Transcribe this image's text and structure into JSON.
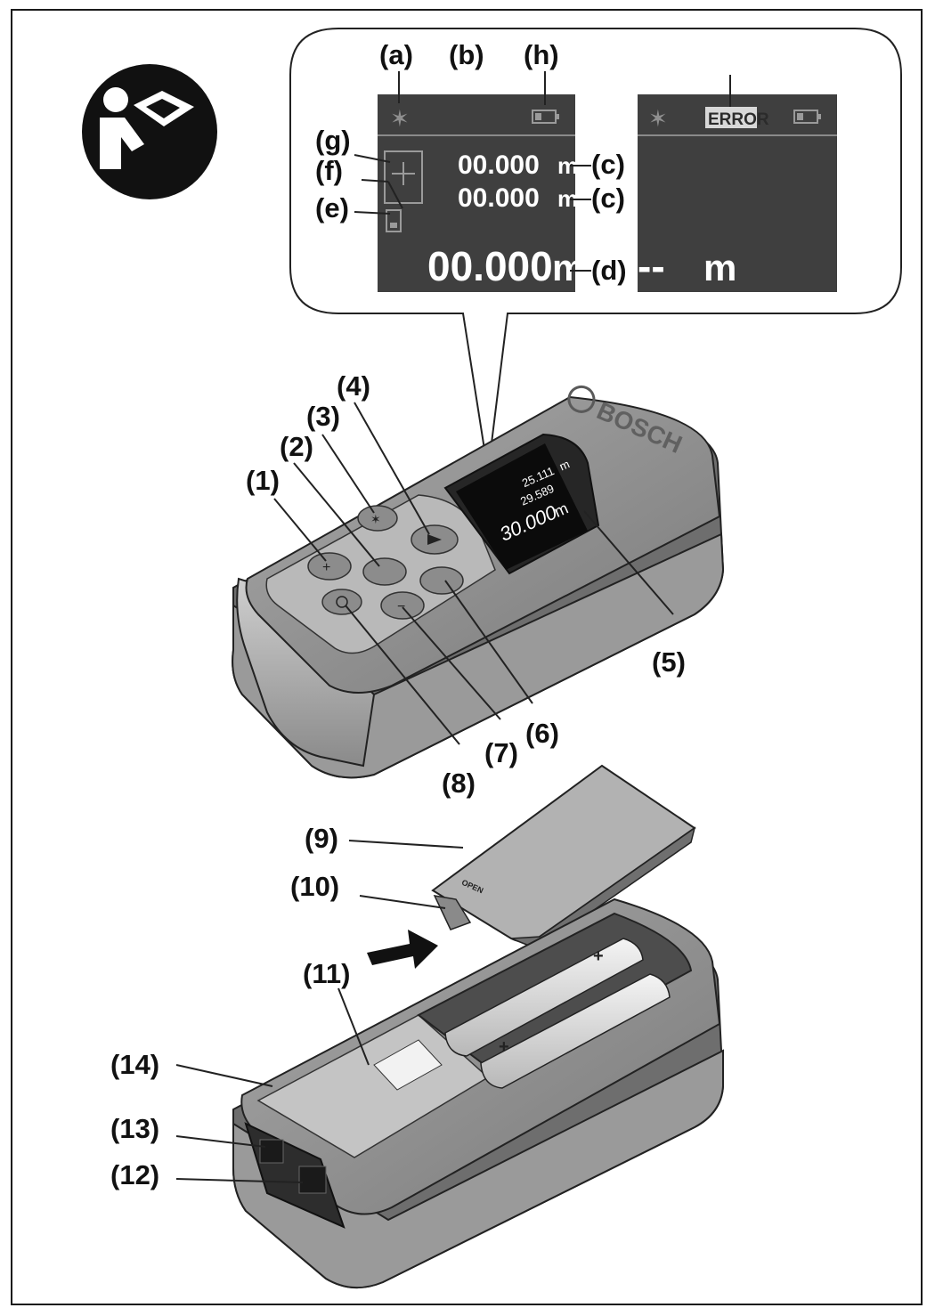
{
  "callouts": {
    "a": "(a)",
    "b": "(b)",
    "h": "(h)",
    "g": "(g)",
    "f": "(f)",
    "e": "(e)",
    "c1": "(c)",
    "c2": "(c)",
    "d": "(d)",
    "n1": "(1)",
    "n2": "(2)",
    "n3": "(3)",
    "n4": "(4)",
    "n5": "(5)",
    "n6": "(6)",
    "n7": "(7)",
    "n8": "(8)",
    "n9": "(9)",
    "n10": "(10)",
    "n11": "(11)",
    "n12": "(12)",
    "n13": "(13)",
    "n14": "(14)"
  },
  "display_normal": {
    "value_line_1": "00.000",
    "value_line_2": "00.000",
    "value_main": "00.000",
    "unit": "m"
  },
  "display_error": {
    "status": "ERROR",
    "value_main": "--",
    "unit": "m"
  },
  "device_screen": {
    "value_1": "25.111",
    "value_2": "29.589",
    "value_main": "30.000",
    "unit": "m"
  },
  "device": {
    "brand": "BOSCH",
    "battery_cover_text": "OPEN"
  }
}
